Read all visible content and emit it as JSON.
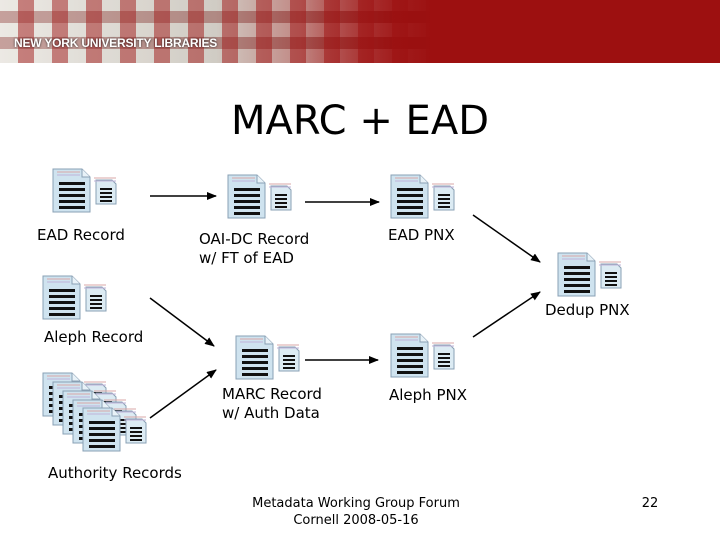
{
  "header": {
    "logo_text": "NEW YORK UNIVERSITY LIBRARIES"
  },
  "slide": {
    "title": "MARC + EAD"
  },
  "nodes": {
    "ead_record": "EAD Record",
    "oai_dc": "OAI-DC Record\nw/ FT of EAD",
    "ead_pnx": "EAD PNX",
    "dedup_pnx": "Dedup PNX",
    "aleph_record": "Aleph Record",
    "marc_record": "MARC Record\nw/ Auth Data",
    "aleph_pnx": "Aleph PNX",
    "authority_records": "Authority Records"
  },
  "footer": {
    "event_line1": "Metadata Working Group Forum",
    "event_line2": "Cornell 2008-05-16",
    "page_number": "22"
  },
  "colors": {
    "banner_red": "#9d1010",
    "doc_blue": "#cfe3ef",
    "arrow": "#000000"
  }
}
